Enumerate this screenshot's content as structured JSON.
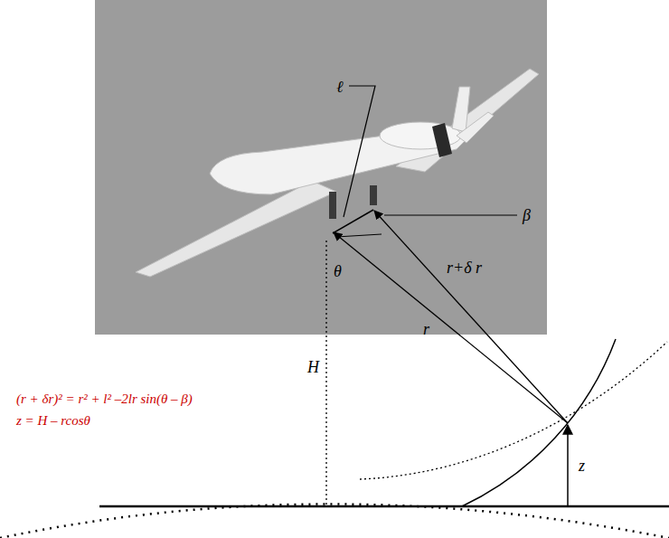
{
  "diagram": {
    "labels": [
      "ℓ",
      "β",
      "θ",
      "r+δ r",
      "r",
      "H",
      "(r + δr)² = r² + l² –2lr sin(θ – β)",
      "z = H – rcosθ",
      "z"
    ]
  }
}
